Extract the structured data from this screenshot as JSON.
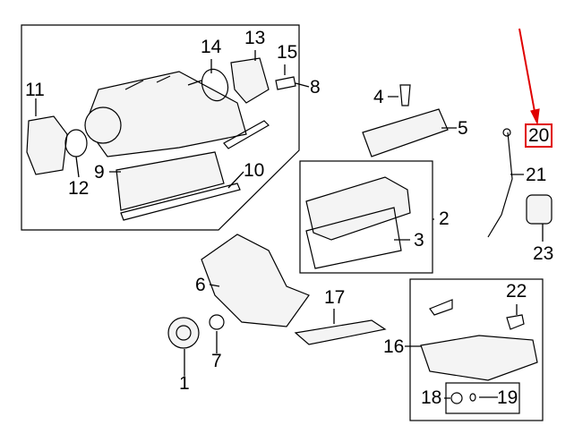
{
  "callouts": [
    "1",
    "2",
    "3",
    "4",
    "5",
    "6",
    "7",
    "8",
    "9",
    "10",
    "11",
    "12",
    "13",
    "14",
    "15",
    "16",
    "17",
    "18",
    "19",
    "20",
    "21",
    "22",
    "23"
  ],
  "highlighted_callout": "20",
  "highlight_color": "#e00000"
}
